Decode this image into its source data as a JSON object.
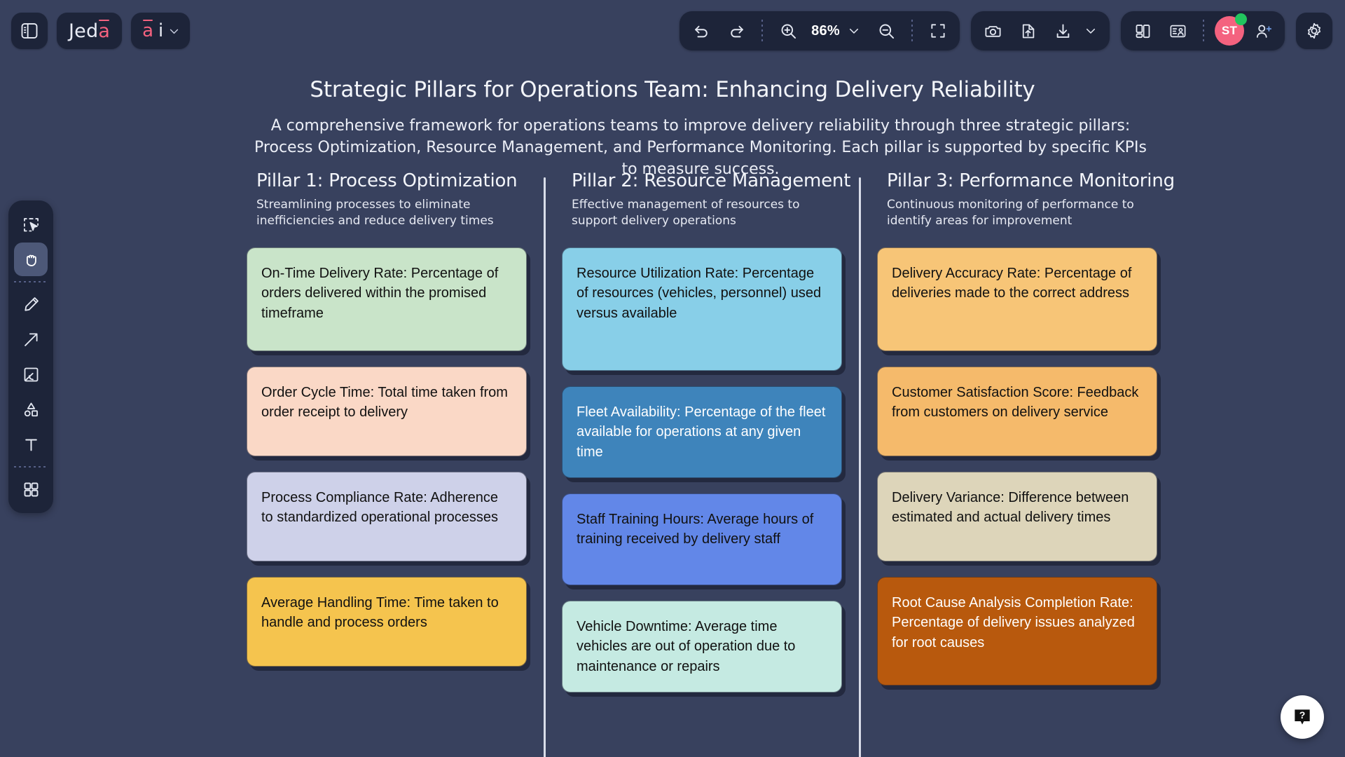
{
  "app": {
    "brand_first": "Jed",
    "brand_last": "a",
    "ai_label_a": "a",
    "ai_label_i": "i",
    "bg_color": "#38415e",
    "panel_color": "#1d2439",
    "accent_color": "#f4627f",
    "status_color": "#22c55e"
  },
  "toolbar": {
    "sidebar_toggle": "panel-toggle",
    "undo": "Undo",
    "redo": "Redo",
    "zoom_in": "Zoom in",
    "zoom_level": "86%",
    "zoom_menu": "Zoom menu",
    "zoom_out": "Zoom out",
    "fit_screen": "Fit to screen",
    "screenshot": "Screenshot",
    "upload": "Upload file",
    "download": "Download",
    "download_menu": "Download options",
    "layout": "Layout panels",
    "present": "Present",
    "avatar_initials": "ST",
    "add_user": "Invite",
    "settings": "Settings"
  },
  "tools": [
    {
      "name": "select-tool",
      "label": "Select"
    },
    {
      "name": "hand-tool",
      "label": "Hand",
      "active": true
    },
    {
      "name": "pen-tool",
      "label": "Pen"
    },
    {
      "name": "arrow-tool",
      "label": "Arrow"
    },
    {
      "name": "frame-tool",
      "label": "Frame"
    },
    {
      "name": "shapes-tool",
      "label": "Shapes"
    },
    {
      "name": "text-tool",
      "label": "Text"
    },
    {
      "name": "apps-tool",
      "label": "Apps"
    }
  ],
  "document": {
    "title": "Strategic Pillars for Operations Team: Enhancing Delivery Reliability",
    "subtitle": "A comprehensive framework for operations teams to improve delivery reliability through three strategic pillars: Process Optimization, Resource Management, and Performance Monitoring. Each pillar is supported by specific KPIs to measure success."
  },
  "columns": [
    {
      "title": "Pillar 1: Process Optimization",
      "subtitle": "Streamlining processes to eliminate inefficiencies and reduce delivery times",
      "cards": [
        {
          "text": "On-Time Delivery Rate: Percentage of orders delivered within the promised timeframe",
          "bg": "#c9e4c9",
          "fg": "#111111",
          "height": 148,
          "gap": 22
        },
        {
          "text": "Order Cycle Time: Total time taken from order receipt to delivery",
          "bg": "#fad8c6",
          "fg": "#111111",
          "height": 128,
          "gap": 22
        },
        {
          "text": "Process Compliance Rate: Adherence to standardized operational processes",
          "bg": "#ced1e9",
          "fg": "#111111",
          "height": 128,
          "gap": 22
        },
        {
          "text": "Average Handling Time: Time taken to handle and process orders",
          "bg": "#f5c44e",
          "fg": "#111111",
          "height": 128,
          "gap": 0
        }
      ]
    },
    {
      "title": "Pillar 2: Resource Management",
      "subtitle": "Effective management of resources to support delivery operations",
      "cards": [
        {
          "text": "Resource Utilization Rate: Percentage of resources (vehicles, personnel) used versus available",
          "bg": "#88cfe8",
          "fg": "#111111",
          "height": 176,
          "gap": 22
        },
        {
          "text": "Fleet Availability: Percentage of the fleet available for operations at any given time",
          "bg": "#3e84bb",
          "fg": "#ffffff",
          "height": 131,
          "gap": 22
        },
        {
          "text": "Staff Training Hours: Average hours of training received by delivery staff",
          "bg": "#6287e8",
          "fg": "#111111",
          "height": 131,
          "gap": 22
        },
        {
          "text": "Vehicle Downtime: Average time vehicles are out of operation due to maintenance or repairs",
          "bg": "#c5eae2",
          "fg": "#111111",
          "height": 131,
          "gap": 0
        }
      ]
    },
    {
      "title": "Pillar 3: Performance Monitoring",
      "subtitle": "Continuous monitoring of performance to identify areas for improvement",
      "cards": [
        {
          "text": "Delivery Accuracy Rate: Percentage of deliveries made to the correct address",
          "bg": "#f7c577",
          "fg": "#111111",
          "height": 148,
          "gap": 22
        },
        {
          "text": "Customer Satisfaction Score: Feedback from customers on delivery service",
          "bg": "#f5ba6b",
          "fg": "#111111",
          "height": 128,
          "gap": 22
        },
        {
          "text": "Delivery Variance: Difference between estimated and actual delivery times",
          "bg": "#ddd5ba",
          "fg": "#111111",
          "height": 128,
          "gap": 22
        },
        {
          "text": "Root Cause Analysis Completion Rate: Percentage of delivery issues analyzed for root causes",
          "bg": "#b8590d",
          "fg": "#ffffff",
          "height": 155,
          "gap": 0
        }
      ]
    }
  ],
  "help": {
    "label": "?"
  }
}
